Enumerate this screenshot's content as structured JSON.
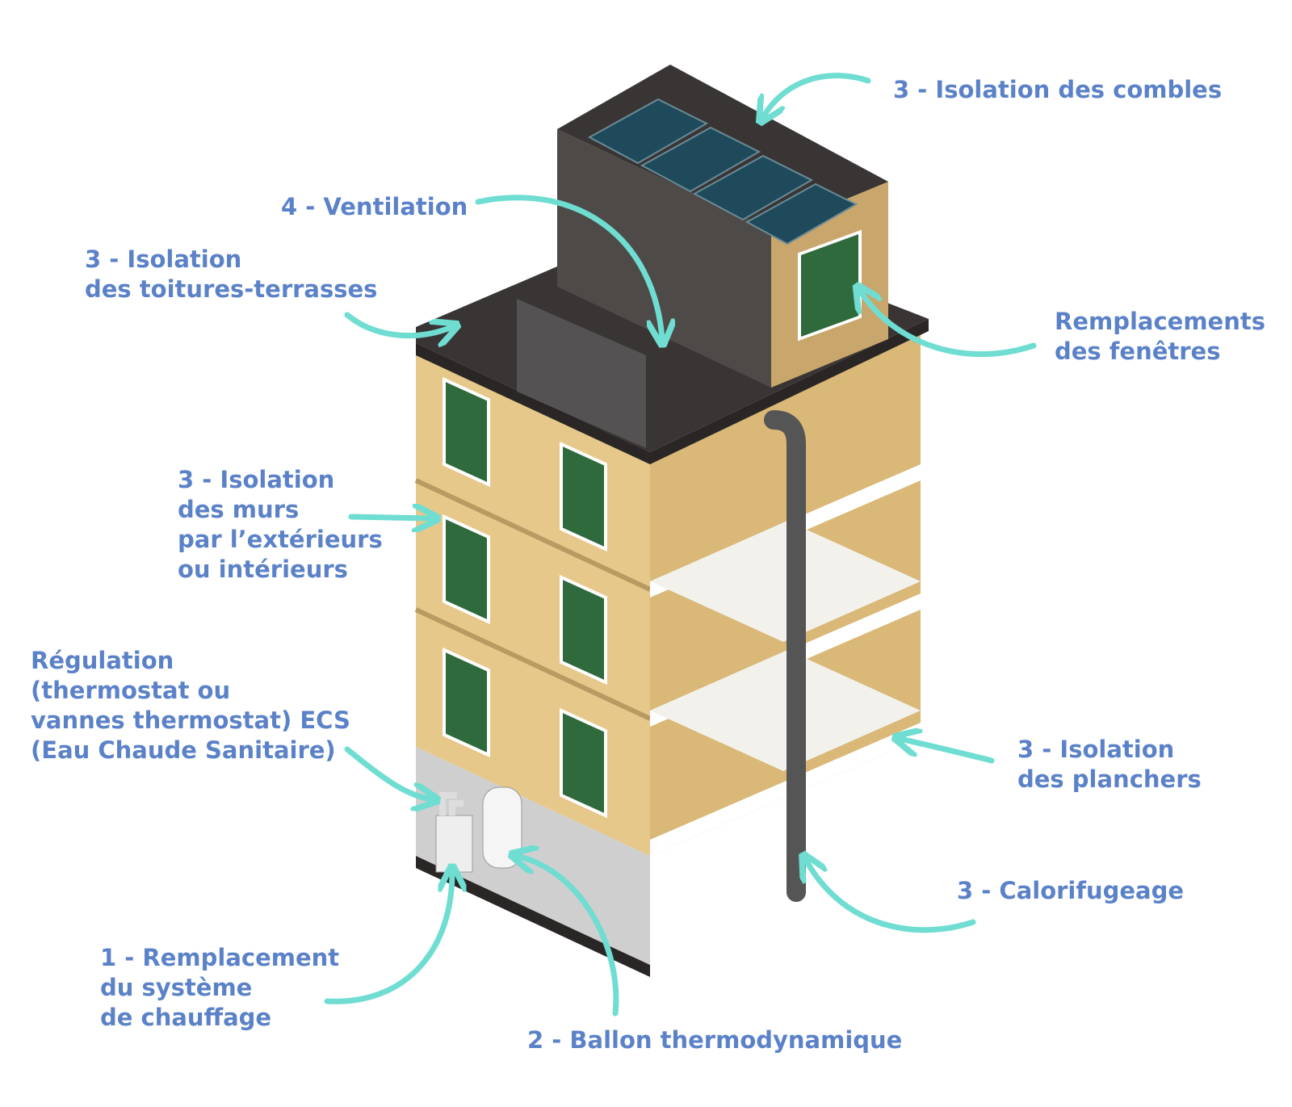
{
  "labels": {
    "combles": [
      "3 - Isolation des combles"
    ],
    "ventilation": [
      "4 - Ventilation"
    ],
    "toitures": [
      "3 - Isolation",
      "des toitures-terrasses"
    ],
    "fenetres": [
      "Remplacements",
      "des fenêtres"
    ],
    "murs": [
      "3 - Isolation",
      "des murs",
      "par l’extérieurs",
      "ou intérieurs"
    ],
    "regulation": [
      "Régulation",
      "(thermostat ou",
      "vannes thermostat) ECS",
      "(Eau Chaude Sanitaire)"
    ],
    "planchers": [
      "3 - Isolation",
      "des planchers"
    ],
    "calorifugeage": [
      "3 - Calorifugeage"
    ],
    "chauffage": [
      "1 - Remplacement",
      "du système",
      "de chauffage"
    ],
    "ballon": [
      "2 - Ballon thermodynamique"
    ]
  },
  "colors": {
    "label": "#5b82c8",
    "arrow": "#6fddd2",
    "wall": "#e6c88a",
    "roof": "#3a3535",
    "solar": "#1f4a5c",
    "pipe": "#555555"
  }
}
